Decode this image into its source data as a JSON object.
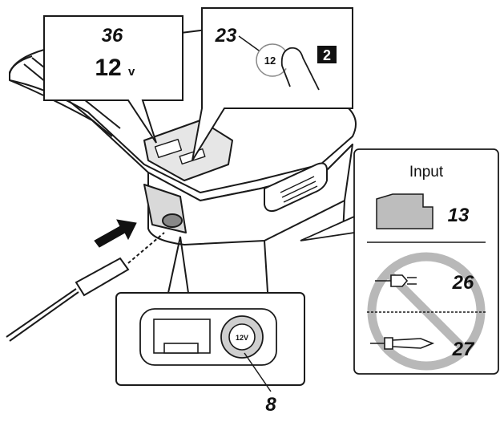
{
  "callout_display": {
    "ref_number": "36",
    "voltage_value": "12",
    "voltage_unit": "v"
  },
  "callout_button": {
    "ref_number": "23",
    "button_label": "12",
    "step_badge": "2"
  },
  "callout_socket": {
    "ref_number": "8",
    "socket_label": "12V"
  },
  "input_panel": {
    "title": "Input",
    "items": [
      {
        "ref_number": "13",
        "icon": "battery-pack-icon",
        "allowed": true
      },
      {
        "ref_number": "26",
        "icon": "ac-plug-icon",
        "allowed": false
      },
      {
        "ref_number": "27",
        "icon": "car-plug-icon",
        "allowed": false
      }
    ]
  },
  "colors": {
    "line": "#1a1a1a",
    "panel_border": "#555555",
    "prohibition_gray": "#b8b8b8",
    "badge_bg": "#111111",
    "shade": "#cfcfcf"
  }
}
